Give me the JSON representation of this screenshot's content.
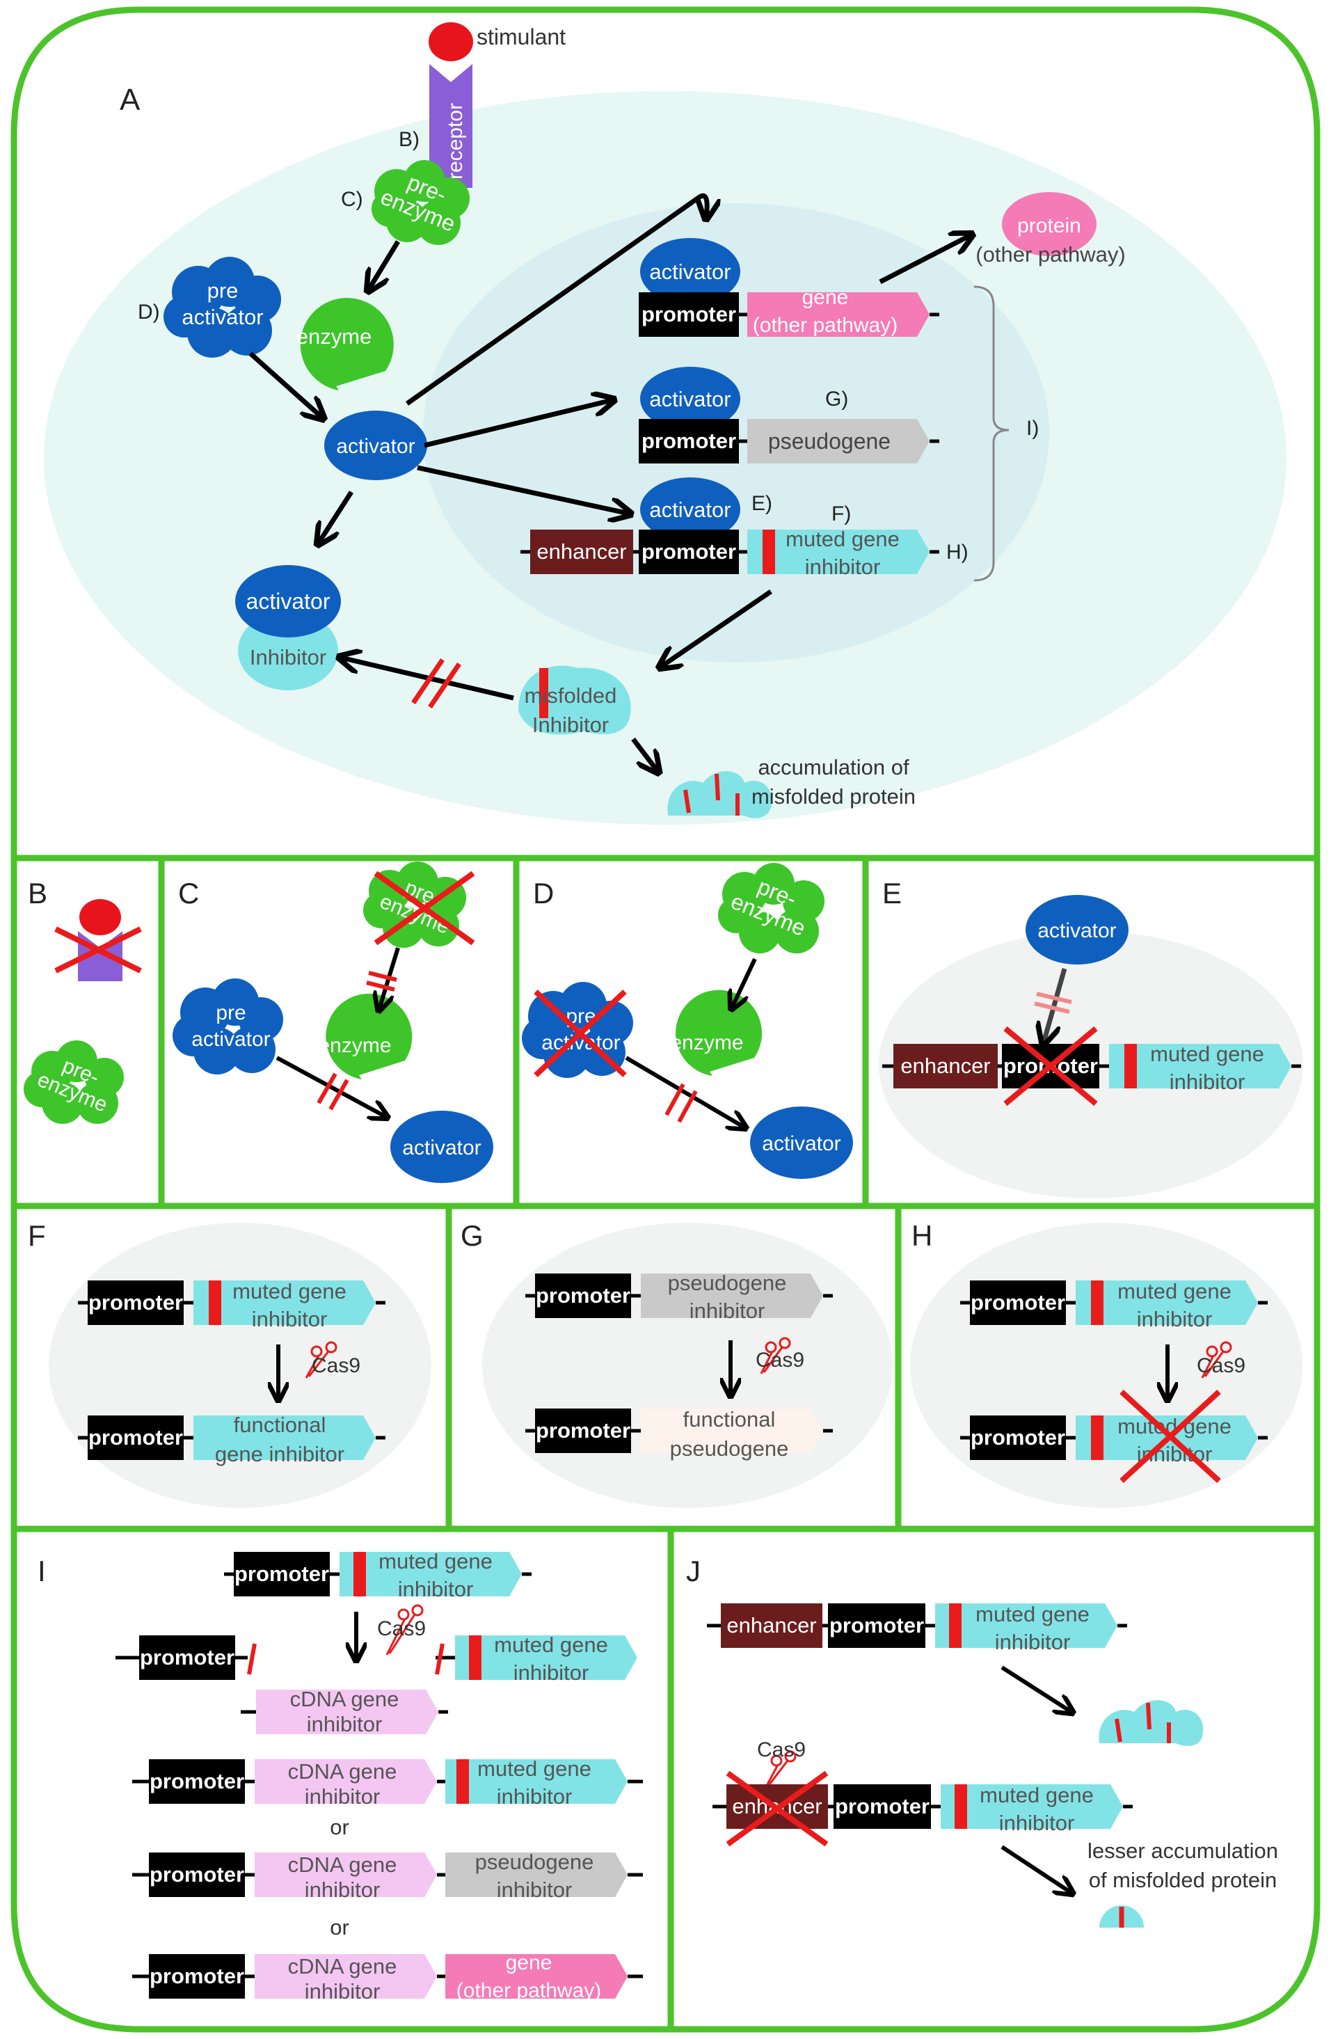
{
  "colors": {
    "frame": "#4cc32a",
    "cell_bg": "#e6f7f4",
    "nucleus_bg": "#d9eef0",
    "activator": "#0f5fbf",
    "enzyme": "#3ec52a",
    "receptor": "#8a5ed6",
    "stimulant": "#e8141c",
    "promoter": "#000000",
    "enhancer": "#6b1d1d",
    "gene_pink": "#f47bb6",
    "pseudogene": "#c9c9c9",
    "muted_gene": "#82e3e6",
    "cdna": "#f4c6f2",
    "red_mark": "#ea1b1b"
  },
  "panel_a": {
    "label": "A",
    "stimulant": "stimulant",
    "receptor": "receptor",
    "pre_enzyme": "pre-\nenzyme",
    "enzyme": "enzyme",
    "pre_activator": "pre\nactivator",
    "activator": "activator",
    "inhibitor": "Inhibitor",
    "misfolded": "misfolded\nInhibitor",
    "accumulation": "accumulation of\nmisfolded protein",
    "protein_other": "protein",
    "other_pathway": "(other pathway)",
    "promoter": "promoter",
    "enhancer": "enhancer",
    "gene_other": "gene\n(other pathway)",
    "pseudogene": "pseudogene",
    "muted_gene": "muted gene\ninhibitor",
    "markers": {
      "b": "B)",
      "c": "C)",
      "d": "D)",
      "e": "E)",
      "f": "F)",
      "g": "G)",
      "h": "H)",
      "i": "I)"
    }
  },
  "panel_b": {
    "label": "B",
    "pre_enzyme": "pre-\nenzyme"
  },
  "panel_c": {
    "label": "C",
    "pre_enzyme": "pre-\nenzyme",
    "pre_activator": "pre\nactivator",
    "enzyme": "enzyme",
    "activator": "activator"
  },
  "panel_d": {
    "label": "D",
    "pre_enzyme": "pre-\nenzyme",
    "pre_activator": "pre\nactivator",
    "enzyme": "enzyme",
    "activator": "activator"
  },
  "panel_e": {
    "label": "E",
    "activator": "activator",
    "enhancer": "enhancer",
    "promoter": "promoter",
    "muted_gene": "muted gene\ninhibitor"
  },
  "panel_f": {
    "label": "F",
    "promoter": "promoter",
    "muted_gene": "muted gene\ninhibitor",
    "cas9": "Cas9",
    "result": "functional\ngene inhibitor"
  },
  "panel_g": {
    "label": "G",
    "promoter": "promoter",
    "pseudogene": "pseudogene\ninhibitor",
    "cas9": "Cas9",
    "result": "functional\npseudogene"
  },
  "panel_h": {
    "label": "H",
    "promoter": "promoter",
    "muted_gene": "muted gene\ninhibitor",
    "cas9": "Cas9"
  },
  "panel_i": {
    "label": "I",
    "promoter": "promoter",
    "muted_gene": "muted gene\ninhibitor",
    "cas9": "Cas9",
    "cdna": "cDNA gene\ninhibitor",
    "or": "or",
    "pseudogene": "pseudogene\ninhibitor",
    "gene_other": "gene\n(other pathway)"
  },
  "panel_j": {
    "label": "J",
    "enhancer": "enhancer",
    "promoter": "promoter",
    "muted_gene": "muted gene\ninhibitor",
    "cas9": "Cas9",
    "lesser": "lesser accumulation\nof misfolded protein"
  }
}
